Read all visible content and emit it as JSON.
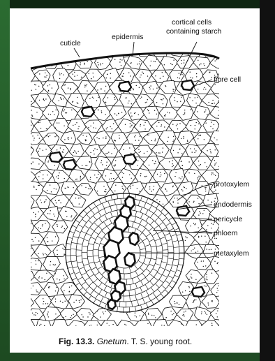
{
  "figure": {
    "labels": {
      "cuticle": "cuticle",
      "epidermis": "epidermis",
      "cortical_line1": "cortical cells",
      "cortical_line2": "containing starch",
      "fibre_cell": "fibre cell",
      "protoxylem": "protoxylem",
      "endodermis": "endodermis",
      "pericycle": "pericycle",
      "phloem": "phloem",
      "metaxylem": "metaxylem"
    },
    "caption": {
      "number": "Fig. 13.3.",
      "genus": "Gnetum",
      "rest": ". T. S. young root."
    }
  },
  "colors": {
    "ink": "#111111",
    "paper": "#ffffff",
    "frame_green": "#1f4a24"
  }
}
